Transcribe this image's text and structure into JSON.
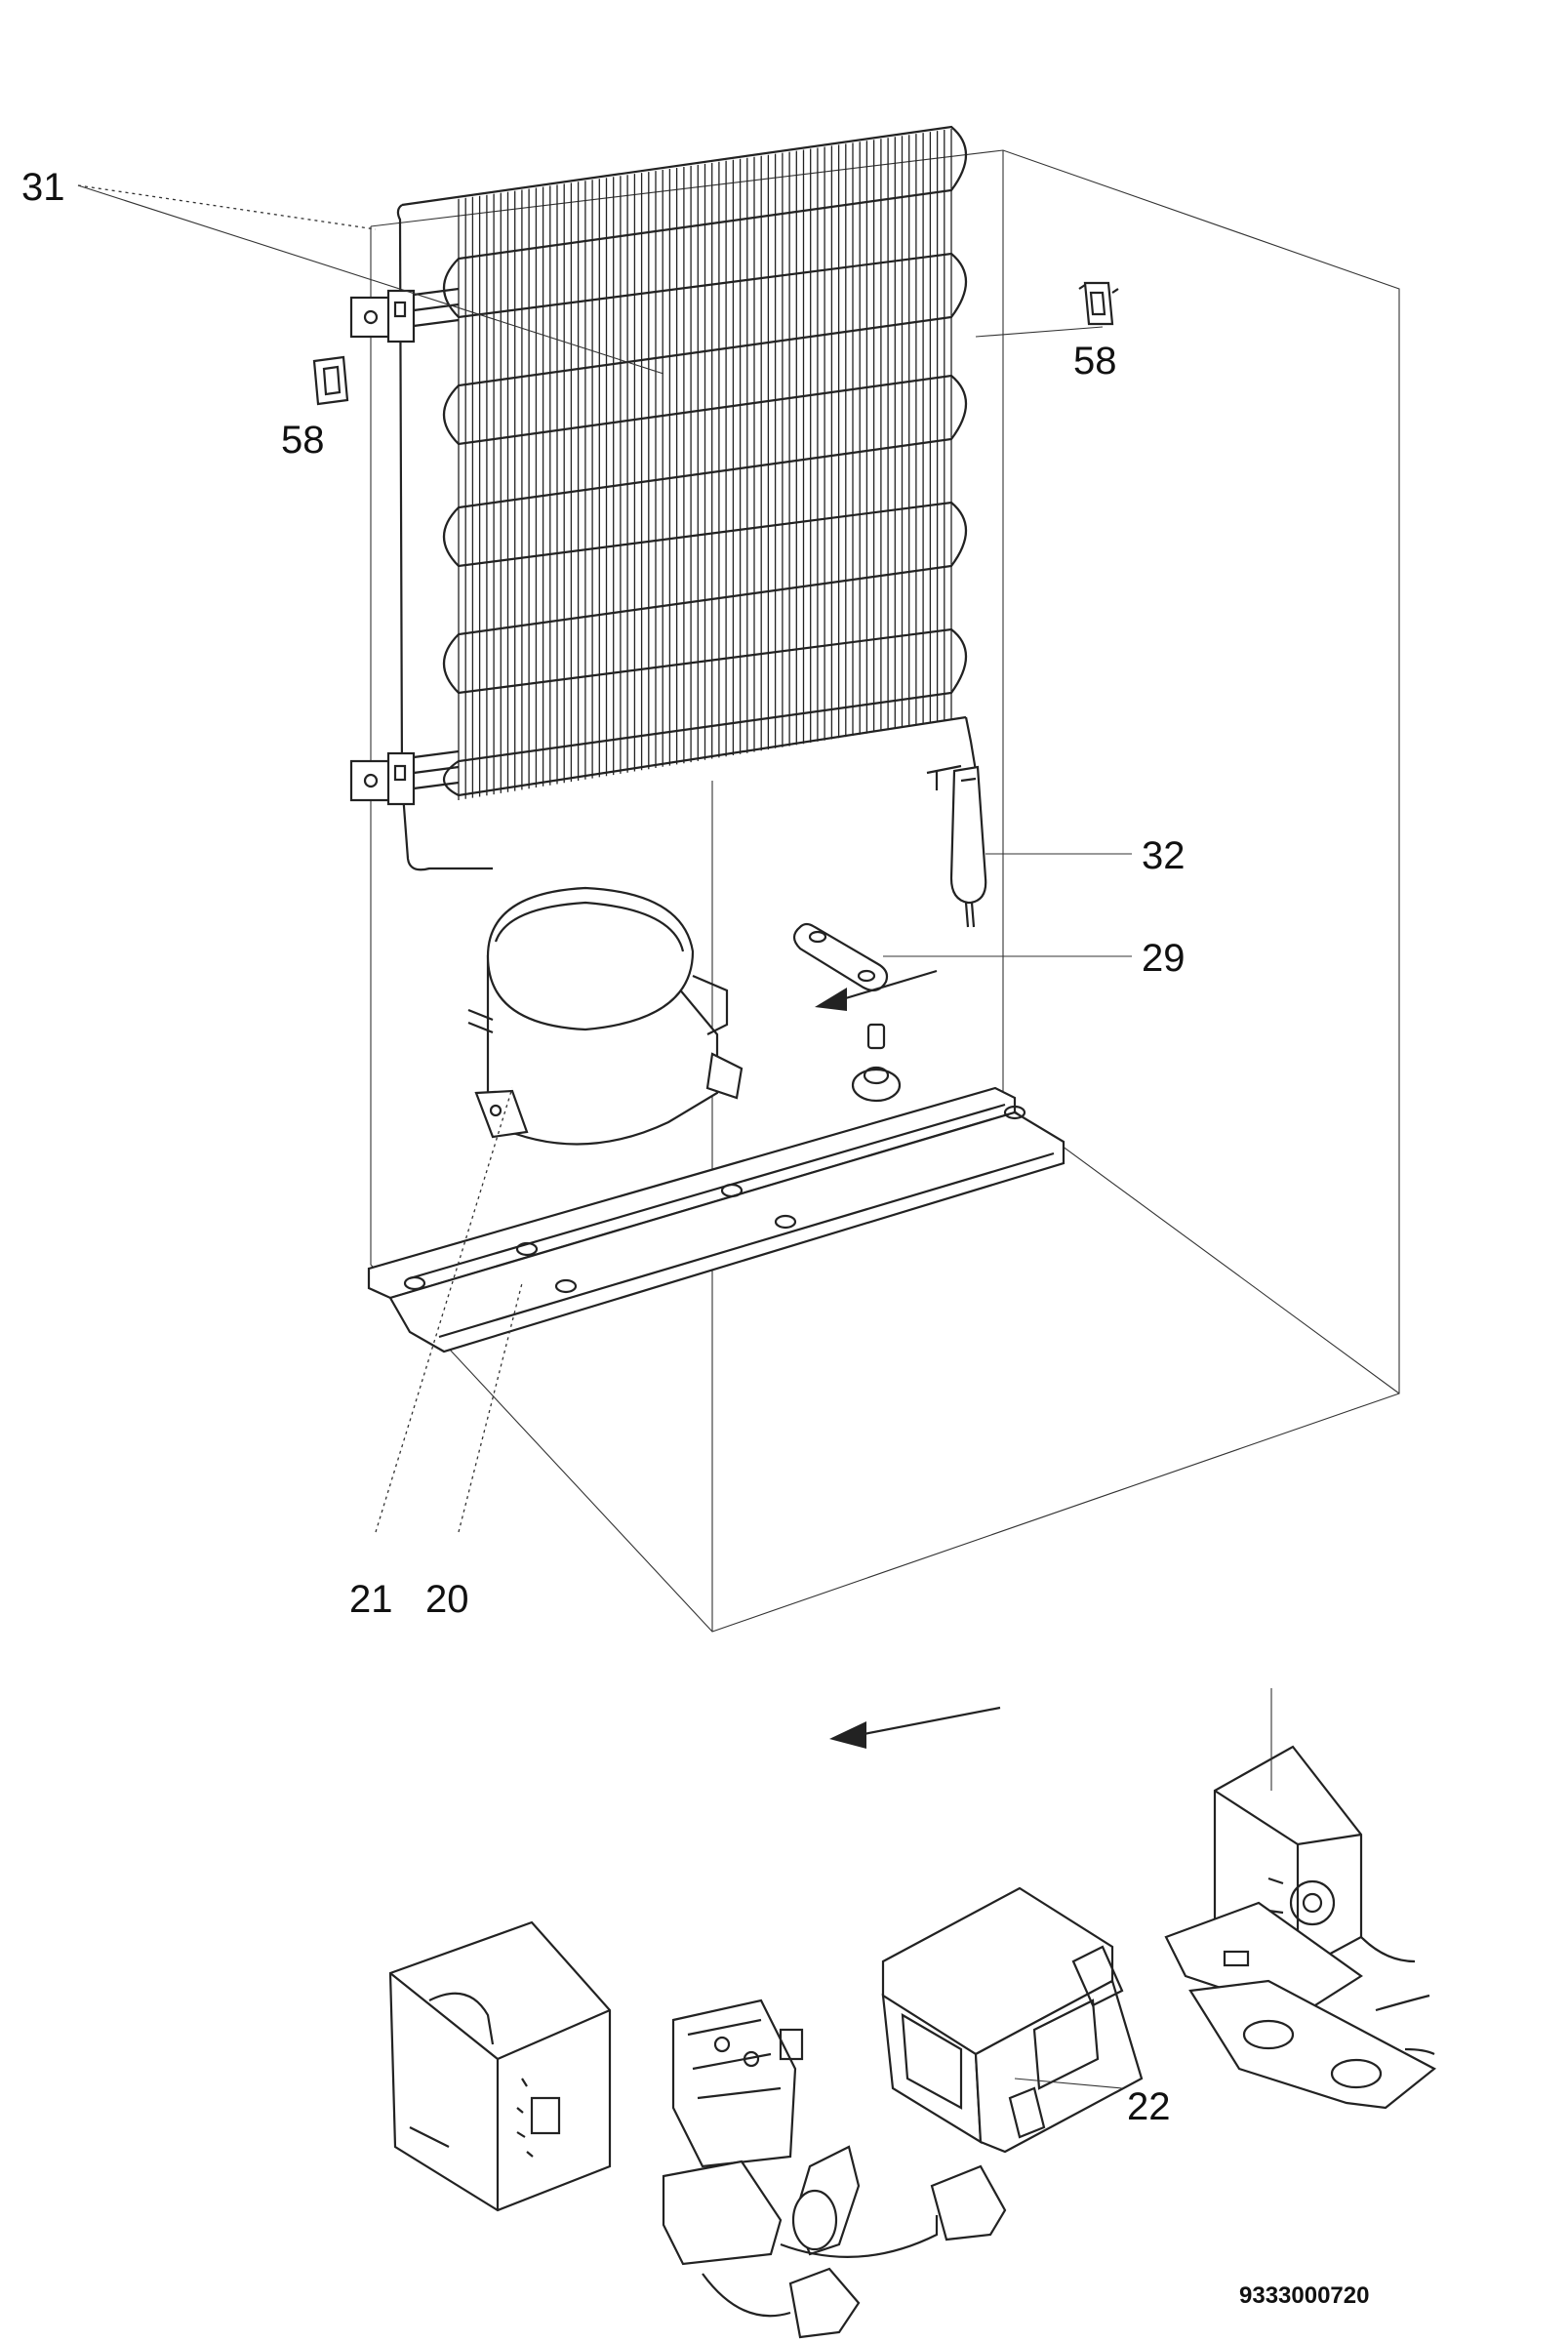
{
  "callouts": [
    {
      "id": "31",
      "text": "31"
    },
    {
      "id": "58a",
      "text": "58"
    },
    {
      "id": "58b",
      "text": "58"
    },
    {
      "id": "32",
      "text": "32"
    },
    {
      "id": "29",
      "text": "29"
    },
    {
      "id": "21",
      "text": "21"
    },
    {
      "id": "20",
      "text": "20"
    },
    {
      "id": "22",
      "text": "22"
    }
  ],
  "drawing_code": "9333000720",
  "line_color": "#222222",
  "background_color": "#ffffff"
}
